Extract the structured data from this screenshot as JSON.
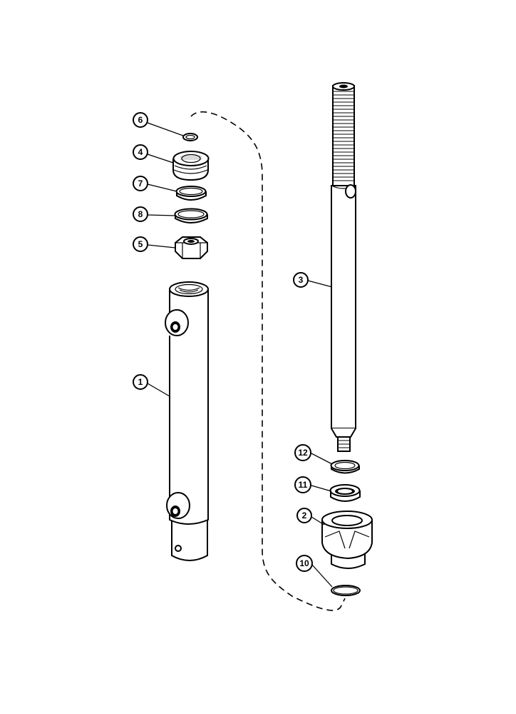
{
  "diagram": {
    "callouts": [
      {
        "id": "c6",
        "label": "6"
      },
      {
        "id": "c4",
        "label": "4"
      },
      {
        "id": "c7",
        "label": "7"
      },
      {
        "id": "c8",
        "label": "8"
      },
      {
        "id": "c5",
        "label": "5"
      },
      {
        "id": "c1",
        "label": "1"
      },
      {
        "id": "c3",
        "label": "3"
      },
      {
        "id": "c12",
        "label": "12"
      },
      {
        "id": "c11",
        "label": "11"
      },
      {
        "id": "c2",
        "label": "2"
      },
      {
        "id": "c10",
        "label": "10"
      }
    ]
  }
}
